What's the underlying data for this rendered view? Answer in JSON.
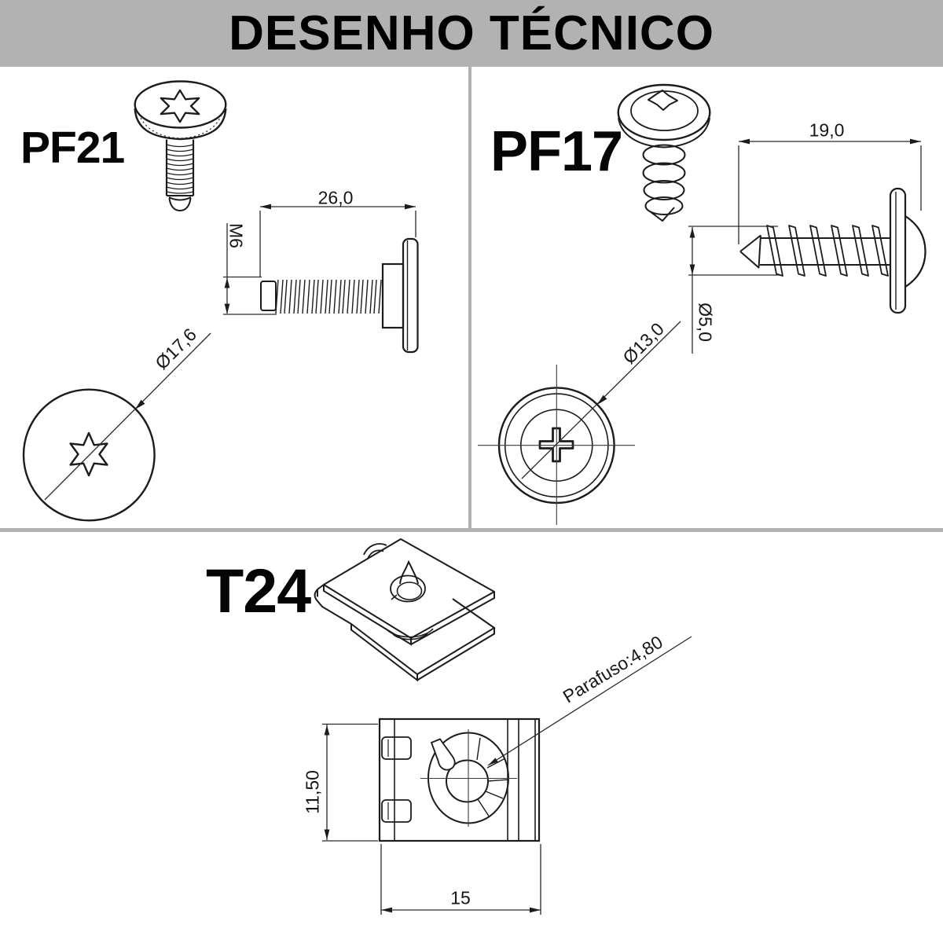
{
  "header": {
    "title": "DESENHO TÉCNICO"
  },
  "theme": {
    "header_bg": "#b2b2b2",
    "divider": "#b2b2b2",
    "line": "#1c1c1c",
    "canvas": "#ffffff",
    "text": "#000000"
  },
  "parts": {
    "pf21": {
      "label": "PF21",
      "dims": {
        "thread_length": "26,0",
        "thread_size": "M6",
        "head_diameter": "Ø17,6"
      }
    },
    "pf17": {
      "label": "PF17",
      "dims": {
        "length": "19,0",
        "shaft_diameter": "Ø5,0",
        "head_diameter": "Ø13,0"
      }
    },
    "t24": {
      "label": "T24",
      "dims": {
        "height": "11,50",
        "width": "15",
        "screw_note": "Parafuso:4,80"
      }
    }
  }
}
